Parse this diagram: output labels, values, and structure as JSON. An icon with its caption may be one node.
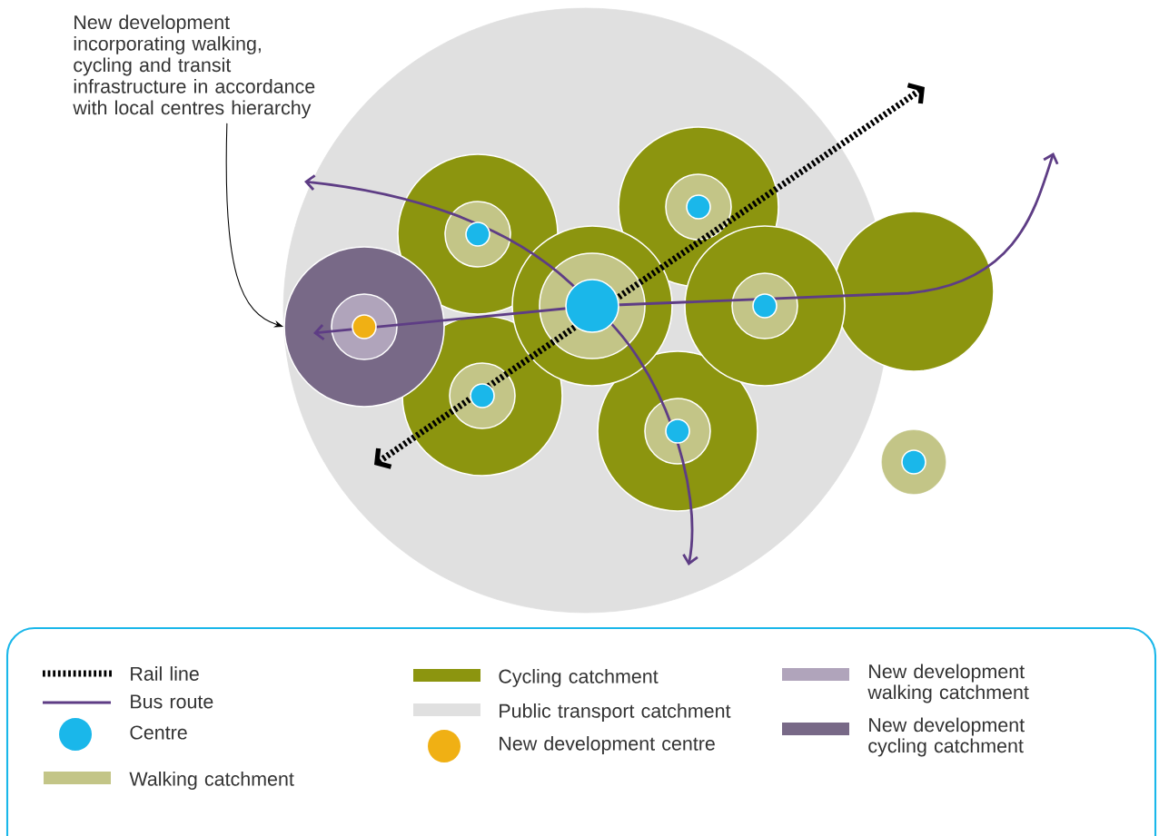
{
  "diagram": {
    "nodes": [
      {
        "text": [
          "New development incorporating walking, cycling and transit infrastructure in accordance with local centres hierarchy"
        ]
      },
      {
        "text": [],
        "shape": "circle"
      }
    ],
    "edges": [
      {
        "from": 0,
        "to": 1,
        "arrow": "to"
      }
    ],
    "legend": [
      {
        "text": "Rail line"
      },
      {
        "text": "Bus route"
      },
      {
        "text": "Centre",
        "color": "#1ab7ea"
      },
      {
        "text": "Walking catchment",
        "color": "#c3c587"
      },
      {
        "text": "Cycling catchment",
        "color": "#8c950f"
      },
      {
        "text": "Public transport catchment",
        "color": "#e0e0e0"
      },
      {
        "text": "New development centre",
        "color": "#f0b014"
      },
      {
        "text": "New development walking catchment",
        "color": "#b0a4bb"
      },
      {
        "text": "New development cycling catchment",
        "color": "#786987"
      }
    ]
  }
}
